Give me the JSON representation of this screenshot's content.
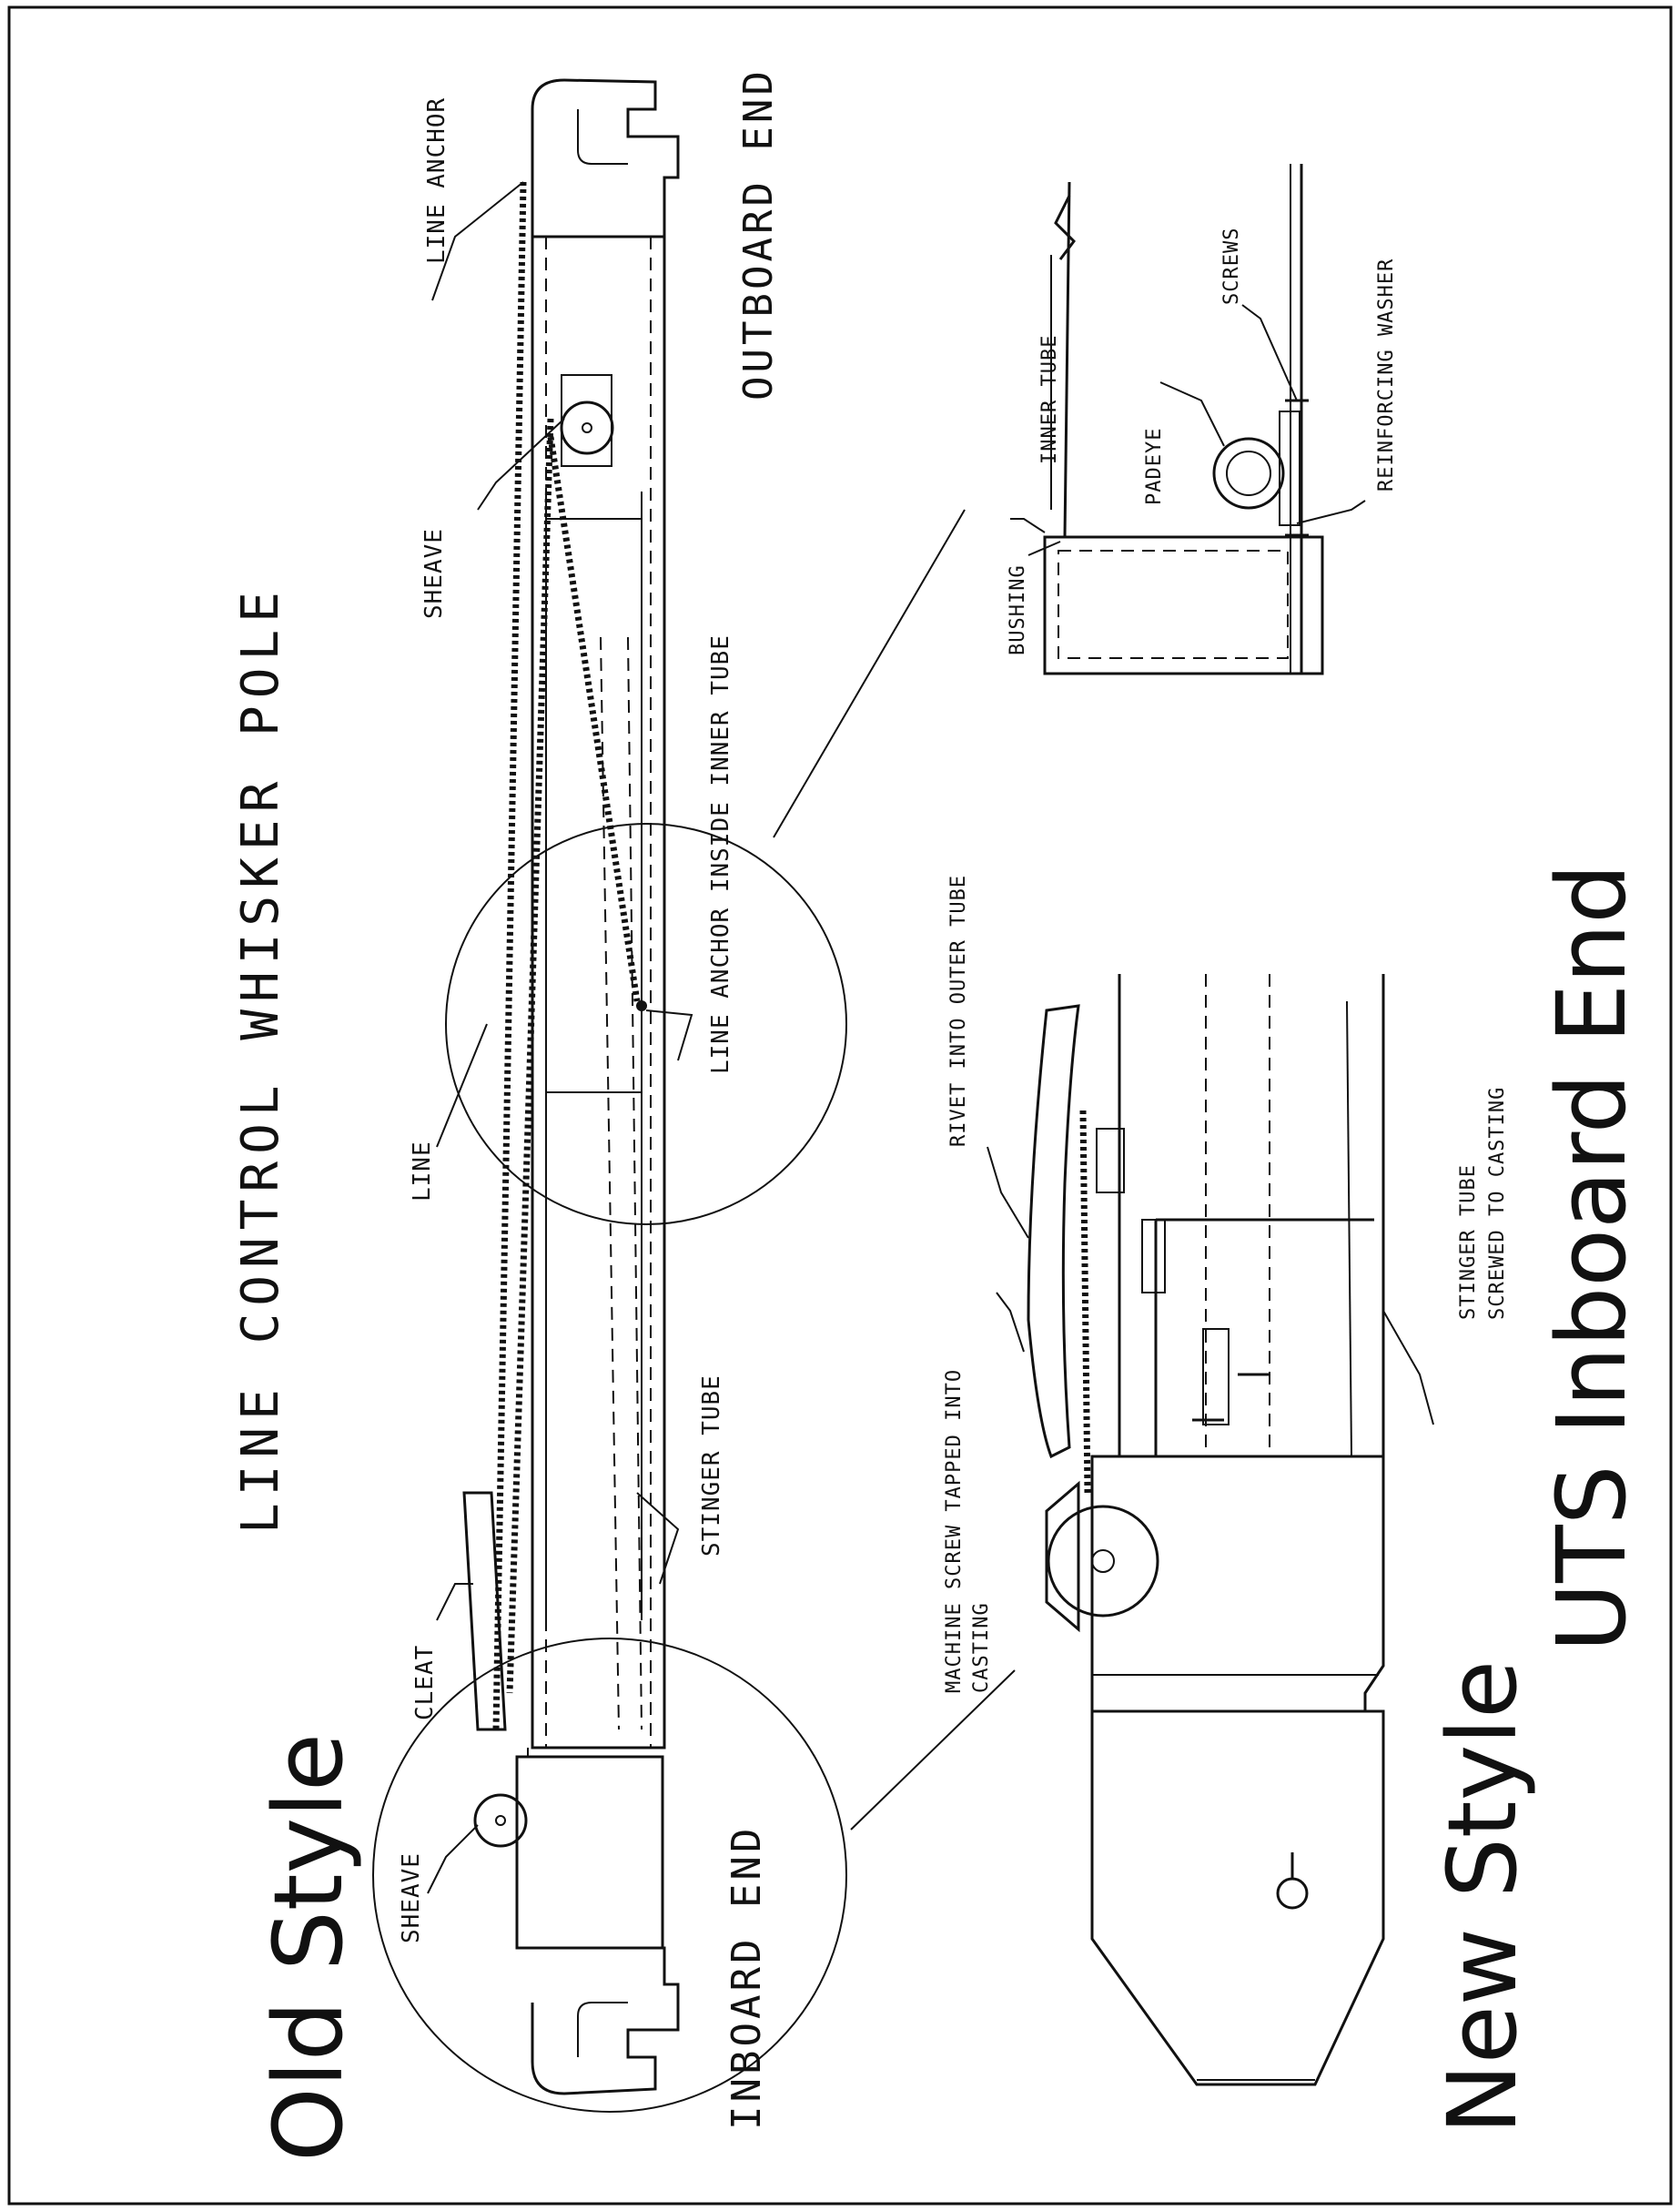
{
  "title": "LINE CONTROL WHISKER POLE",
  "styles": {
    "old_style": "Old Style",
    "new_style": "New Style",
    "uts_inboard_end": "UTS Inboard End"
  },
  "ends": {
    "outboard": "OUTBOARD END",
    "inboard": "INBOARD END"
  },
  "labels": {
    "line_anchor": "LINE ANCHOR",
    "sheave_top": "SHEAVE",
    "sheave_bottom": "SHEAVE",
    "line": "LINE",
    "line_anchor_inside": "LINE ANCHOR INSIDE INNER TUBE",
    "stinger_tube": "STINGER TUBE",
    "cleat": "CLEAT",
    "inner_tube": "INNER TUBE",
    "padeye": "PADEYE",
    "screws": "SCREWS",
    "reinforcing_washer": "REINFORCING WASHER",
    "bushing": "BUSHING",
    "rivet_into_outer_tube": "RIVET INTO OUTER TUBE",
    "machine_screw_1": "MACHINE SCREW TAPPED INTO",
    "machine_screw_2": "CASTING",
    "stinger_screwed_1": "STINGER TUBE",
    "stinger_screwed_2": "SCREWED TO CASTING"
  }
}
